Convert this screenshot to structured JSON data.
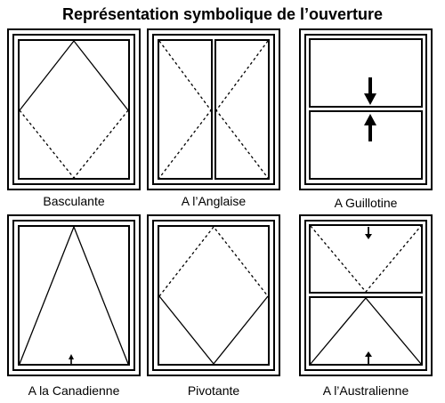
{
  "title": "Représentation symbolique de l’ouverture",
  "windows": [
    {
      "label": "Basculante"
    },
    {
      "label": "A l’Anglaise"
    },
    {
      "label": "A Guillotine"
    },
    {
      "label": "A la Canadienne"
    },
    {
      "label": "Pivotante"
    },
    {
      "label": "A l’Australienne"
    }
  ]
}
